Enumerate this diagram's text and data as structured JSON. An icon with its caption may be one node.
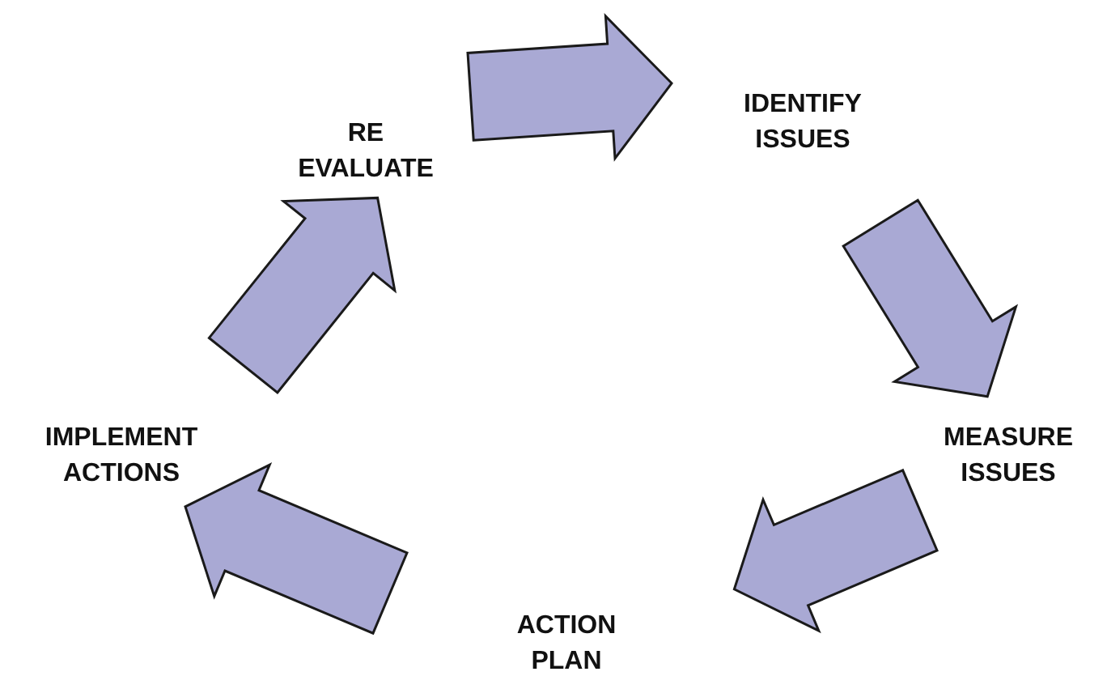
{
  "diagram": {
    "nodes": [
      {
        "text": [
          "RE EVALUATE"
        ]
      },
      {
        "text": [
          "IDENTIFY ISSUES"
        ]
      },
      {
        "text": [
          "MEASURE ISSUES"
        ]
      },
      {
        "text": [
          "ACTION PLAN"
        ]
      },
      {
        "text": [
          "IMPLEMENT ACTIONS"
        ]
      }
    ],
    "edges": [
      {
        "from": 0,
        "to": 1,
        "arrow": "to"
      },
      {
        "from": 1,
        "to": 2,
        "arrow": "to"
      },
      {
        "from": 2,
        "to": 3,
        "arrow": "to"
      },
      {
        "from": 3,
        "to": 4,
        "arrow": "to"
      },
      {
        "from": 4,
        "to": 0,
        "arrow": "to"
      }
    ]
  }
}
